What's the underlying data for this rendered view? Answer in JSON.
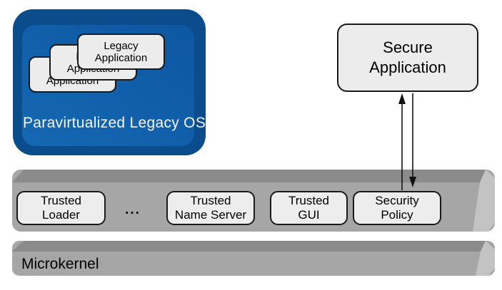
{
  "diagram": {
    "title_hint": "secure system architecture diagram",
    "legacy_os": {
      "label": "Paravirtualized Legacy OS",
      "applications": [
        {
          "line1": "Legacy",
          "line2": "Application"
        },
        {
          "line1": "Legacy",
          "line2": "Application"
        },
        {
          "line1": "Legacy",
          "line2": "Application"
        }
      ],
      "colors": {
        "edge": "#0a4c8c",
        "face": "#115fa9",
        "label_text": "#f5f5f5"
      }
    },
    "secure_application": {
      "line1": "Secure",
      "line2": "Application"
    },
    "trusted_layer": {
      "boxes": [
        {
          "line1": "Trusted",
          "line2": "Loader"
        },
        {
          "line1": "Trusted",
          "line2": "Name Server"
        },
        {
          "line1": "Trusted",
          "line2": "GUI"
        },
        {
          "line1": "Security",
          "line2": "Policy"
        }
      ],
      "ellipsis": "...",
      "colors": {
        "face": "#a6a6a6",
        "top": "#8b8b8b",
        "bevel": "#c3c3c3",
        "box_fill": "#ededed"
      }
    },
    "microkernel": {
      "label": "Microkernel"
    },
    "connection": {
      "type": "bidirectional-arrows",
      "from": "Secure Application",
      "to": "Security Policy",
      "color": "#111111"
    }
  }
}
